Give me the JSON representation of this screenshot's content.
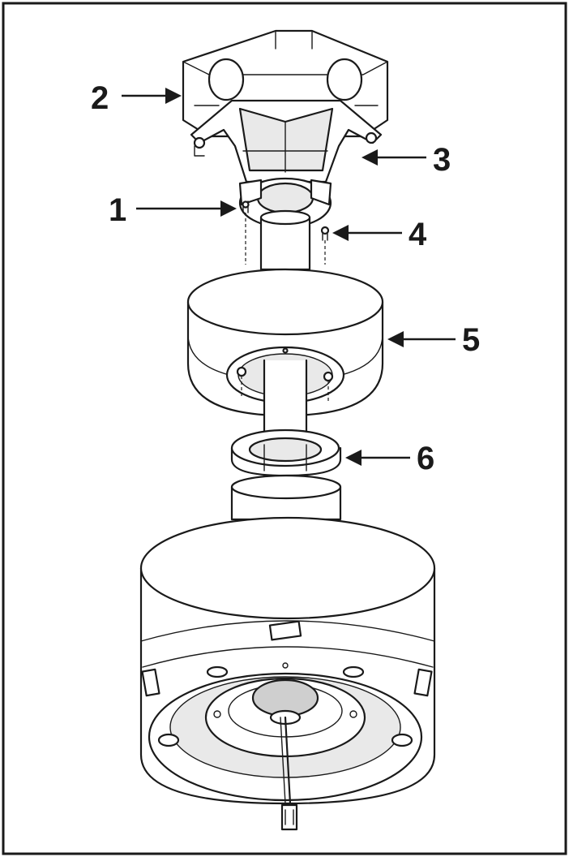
{
  "callouts": [
    {
      "id": "1",
      "label": "1"
    },
    {
      "id": "2",
      "label": "2"
    },
    {
      "id": "3",
      "label": "3"
    },
    {
      "id": "4",
      "label": "4"
    },
    {
      "id": "5",
      "label": "5"
    },
    {
      "id": "6",
      "label": "6"
    }
  ],
  "colors": {
    "line": "#1a1a1a",
    "background": "#ffffff",
    "frame": "#1a1a1a"
  }
}
